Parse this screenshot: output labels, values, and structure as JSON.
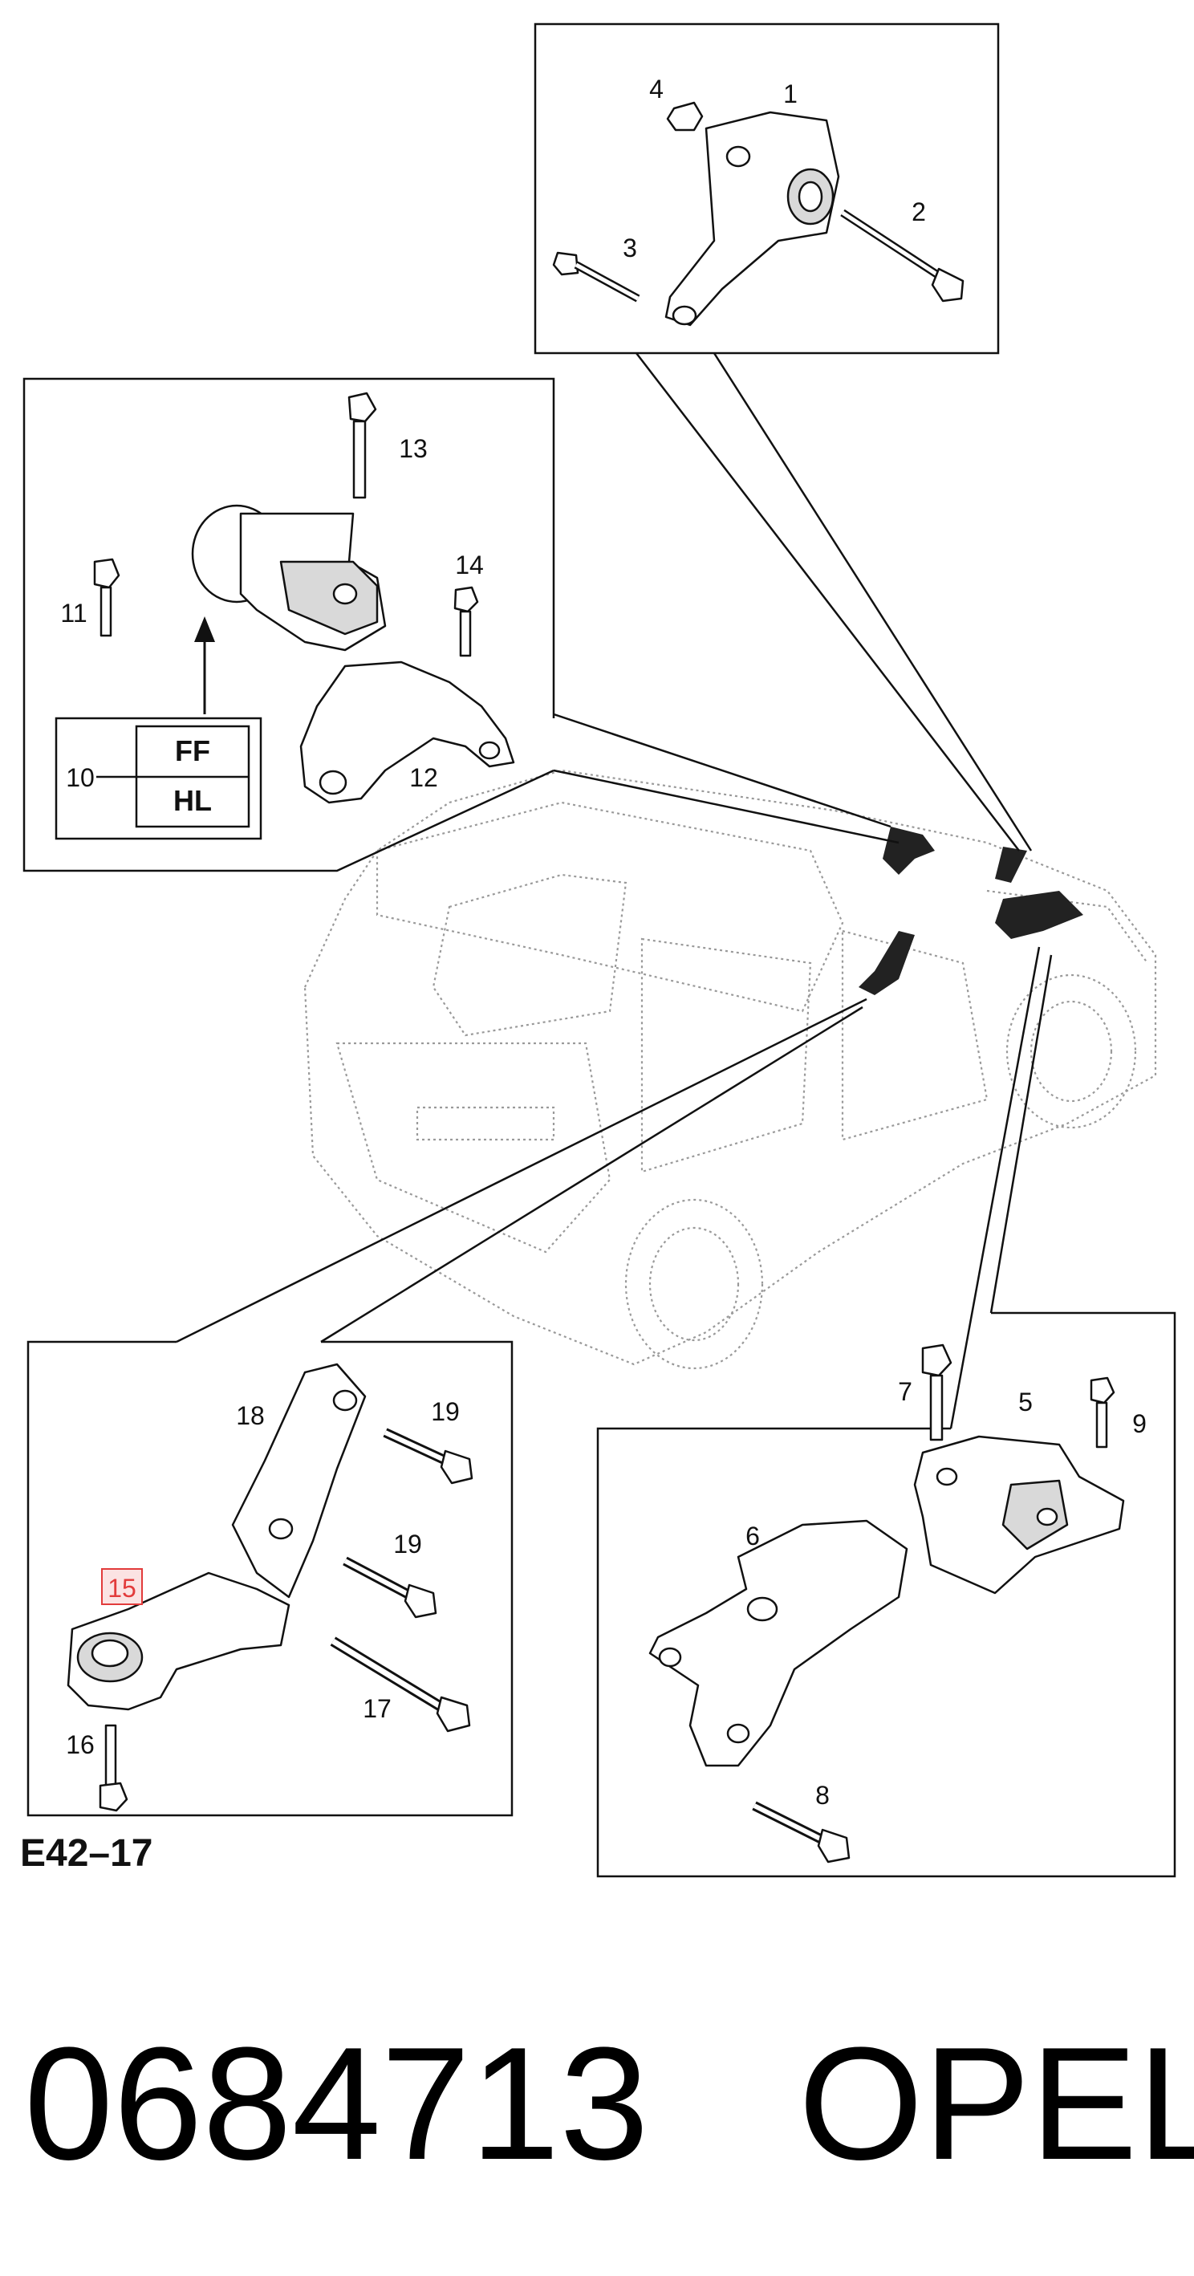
{
  "diagram": {
    "code": "E42–17",
    "callouts": [
      "1",
      "2",
      "3",
      "4",
      "5",
      "6",
      "7",
      "8",
      "9",
      "10",
      "11",
      "12",
      "13",
      "14",
      "15",
      "16",
      "17",
      "18",
      "19",
      "19"
    ],
    "variant_labels": [
      "FF",
      "HL"
    ],
    "highlighted_callout": "15",
    "highlight_color": "#e23b3b"
  },
  "footer": {
    "part_number": "0684713",
    "brand": "OPEL"
  }
}
